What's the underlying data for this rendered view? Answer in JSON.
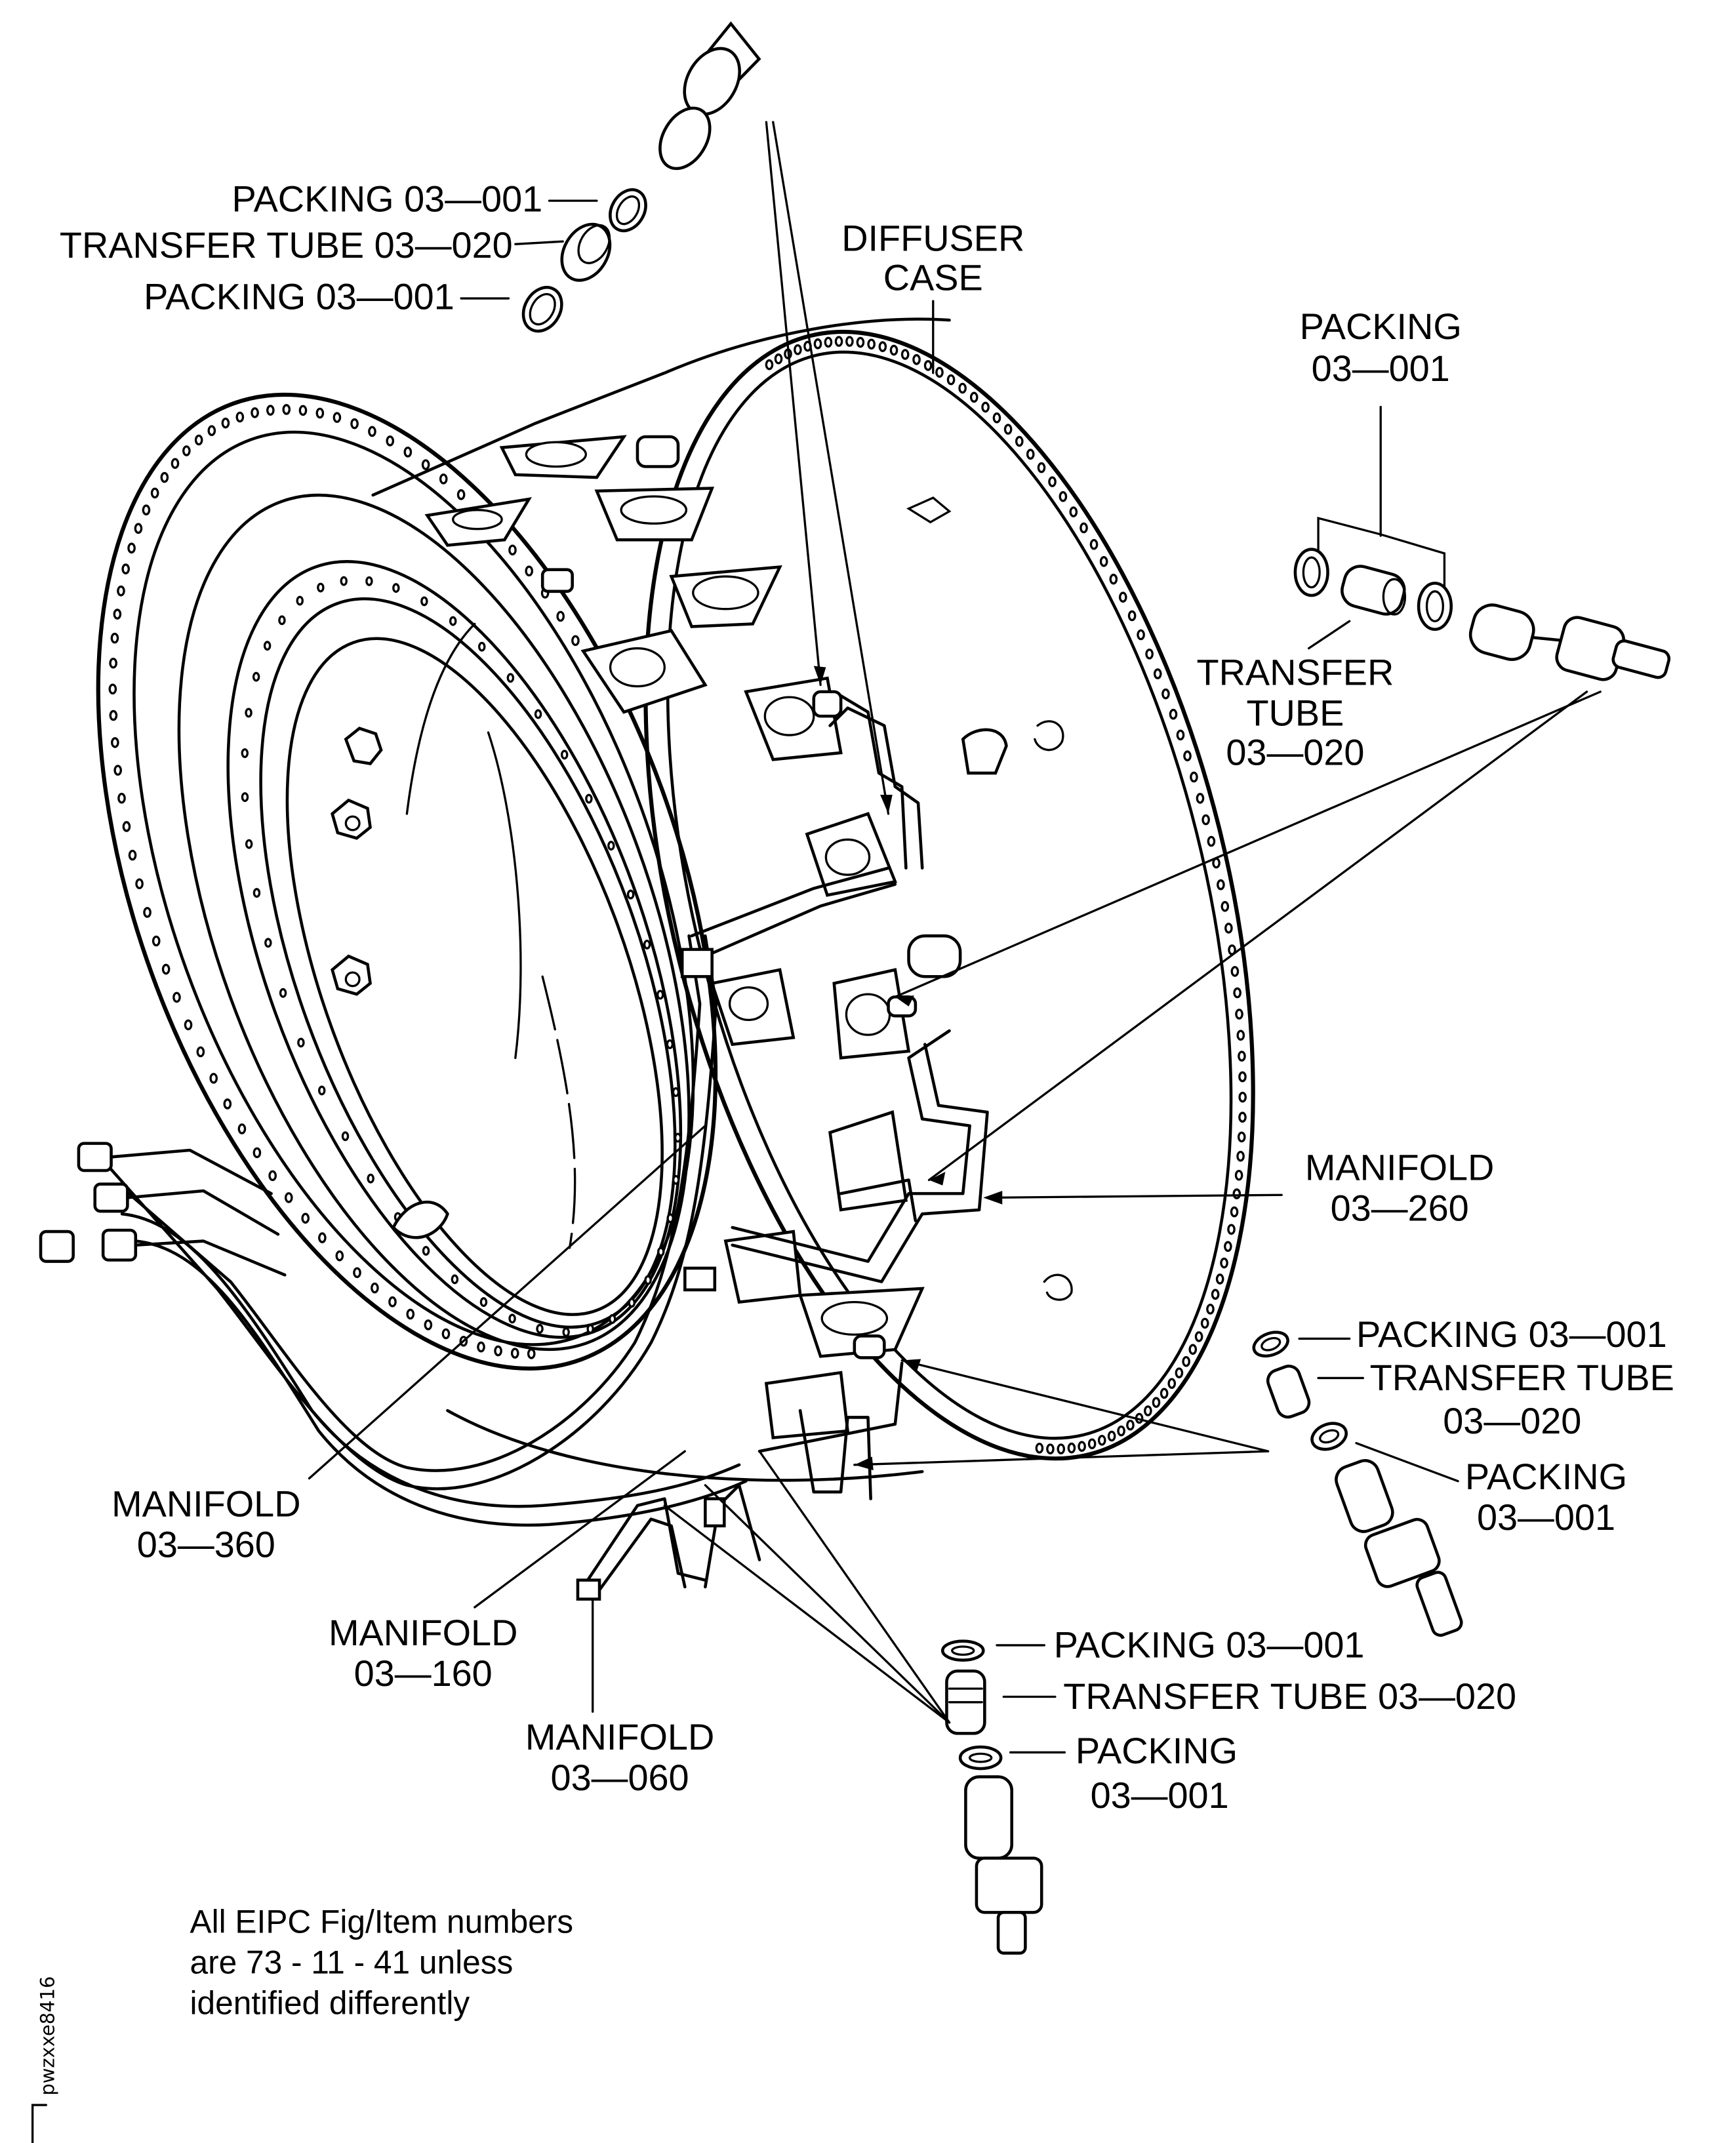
{
  "figure": {
    "subject": "Diffuser case with fuel manifolds, transfer tubes and packings (exploded view)",
    "ink_color": "#000000",
    "background_color": "#ffffff"
  },
  "callouts": {
    "top_left": {
      "packing_upper": "PACKING 03—001",
      "transfer_tube": "TRANSFER TUBE 03—020",
      "packing_lower": "PACKING 03—001"
    },
    "diffuser_case": {
      "line1": "DIFFUSER",
      "line2": "CASE"
    },
    "top_right": {
      "packing_line1": "PACKING",
      "packing_line2": "03—001",
      "transfer_line1": "TRANSFER",
      "transfer_line2": "TUBE",
      "transfer_line3": "03—020"
    },
    "manifold_260": {
      "line1": "MANIFOLD",
      "line2": "03—260"
    },
    "right_middle": {
      "packing_upper": "PACKING 03—001",
      "transfer_line1": "TRANSFER TUBE",
      "transfer_line2": "03—020",
      "packing_lower_line1": "PACKING",
      "packing_lower_line2": "03—001"
    },
    "manifold_360": {
      "line1": "MANIFOLD",
      "line2": "03—360"
    },
    "manifold_160": {
      "line1": "MANIFOLD",
      "line2": "03—160"
    },
    "manifold_060": {
      "line1": "MANIFOLD",
      "line2": "03—060"
    },
    "bottom_center": {
      "packing_upper": "PACKING 03—001",
      "transfer_tube": "TRANSFER TUBE 03—020",
      "packing_lower_line1": "PACKING",
      "packing_lower_line2": "03—001"
    }
  },
  "note": {
    "line1": "All EIPC Fig/Item numbers",
    "line2": "are 73 - 11 - 41 unless",
    "line3": "identified differently"
  },
  "drawing_code": "pwzxxe8416"
}
